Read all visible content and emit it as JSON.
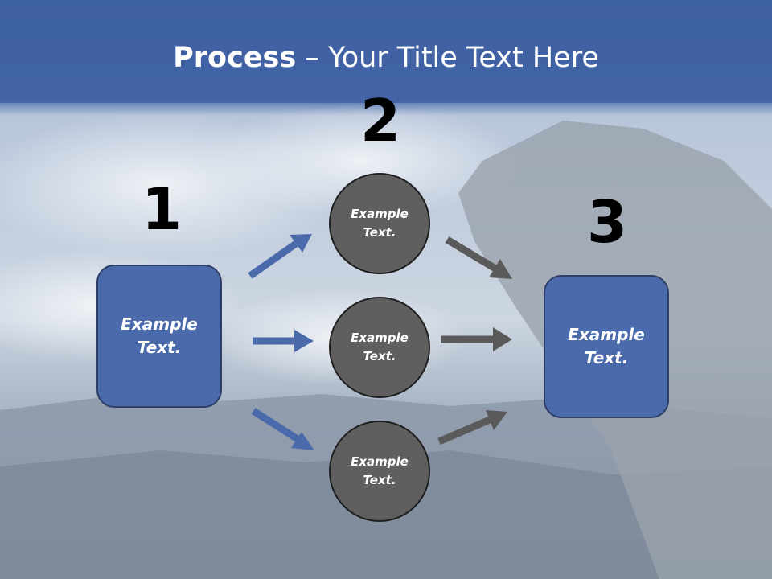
{
  "title": {
    "bold": "Process",
    "rest": " – Your Title Text Here"
  },
  "steps": {
    "one": "1",
    "two": "2",
    "three": "3"
  },
  "boxes": {
    "left": "Example Text.",
    "right": "Example Text."
  },
  "circles": {
    "top": "Example Text.",
    "middle": "Example Text.",
    "bottom": "Example Text."
  },
  "colors": {
    "box_blue": "#4a6aac",
    "circle_gray": "#5f5f5f",
    "arrow_blue": "#4a6aac",
    "arrow_gray": "#5a5a5a",
    "banner": "#3f62a5"
  }
}
